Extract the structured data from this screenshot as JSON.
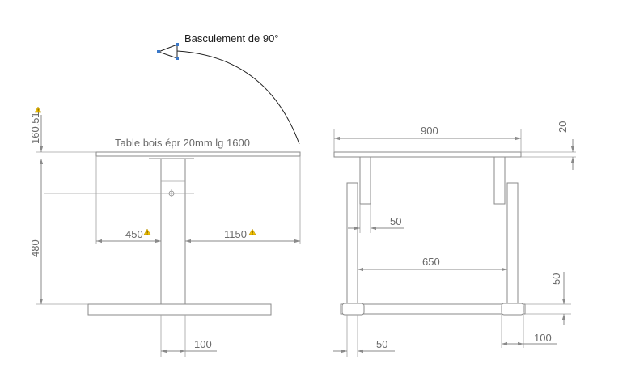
{
  "annotations": {
    "rotation_label": "Basculement de 90°",
    "table_label": "Table bois épr 20mm lg 1600"
  },
  "side_view": {
    "dim_height_top": "160.51",
    "dim_height_main": "480",
    "dim_left": "450",
    "dim_right": "1150",
    "dim_base": "100"
  },
  "front_view": {
    "dim_width_top": "900",
    "dim_thickness": "20",
    "dim_bracket": "50",
    "dim_inner": "650",
    "dim_foot_height": "50",
    "dim_foot_right": "100",
    "dim_leg_bottom": "50"
  },
  "colors": {
    "line": "#8a8a8a",
    "text": "#6a6a6a",
    "warning": "#f2c200",
    "handle": "#3a78c8"
  }
}
